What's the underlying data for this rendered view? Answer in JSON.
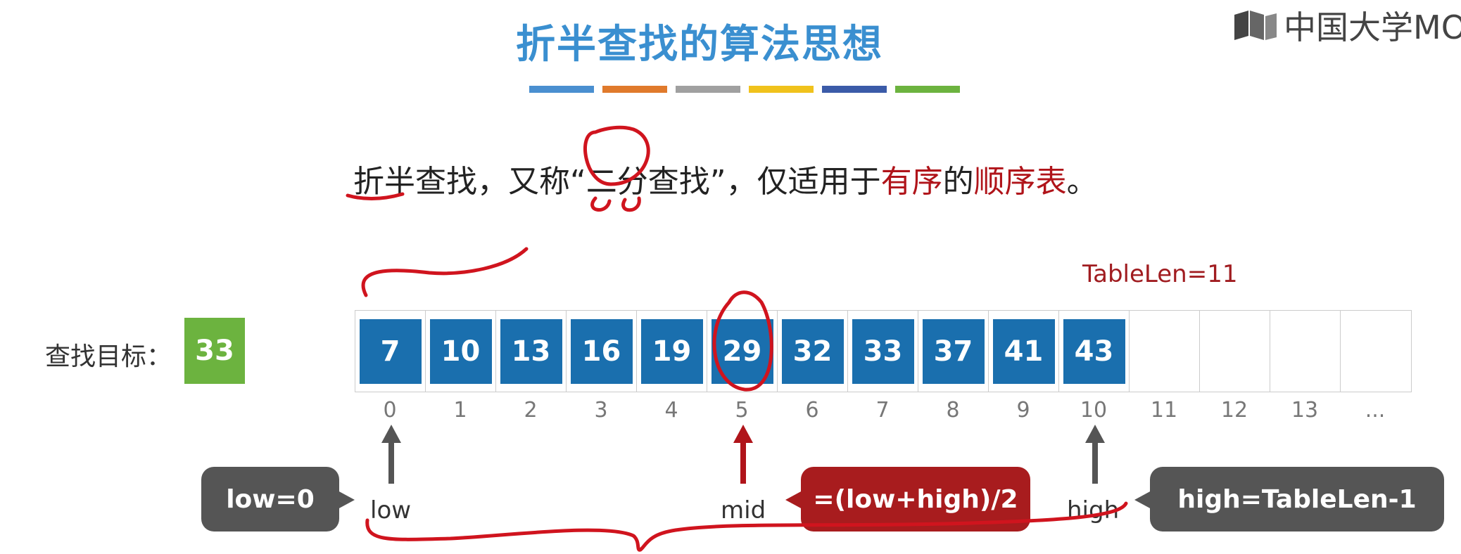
{
  "header": {
    "title": "折半查找的算法思想",
    "logo_text": "中国大学MOOC",
    "color_bar": [
      "#4a8fd0",
      "#e07a2c",
      "#a0a0a0",
      "#f0c21c",
      "#3b5ba8",
      "#6cb33f"
    ]
  },
  "description": {
    "part1": "折半查找，又称“二分查找”，仅适用于",
    "red1": "有序",
    "part2": "的",
    "red2": "顺序表",
    "part3": "。"
  },
  "table": {
    "length_label": "TableLen=11",
    "values": [
      "7",
      "10",
      "13",
      "16",
      "19",
      "29",
      "32",
      "33",
      "37",
      "41",
      "43",
      "",
      "",
      "",
      ""
    ],
    "indices": [
      "0",
      "1",
      "2",
      "3",
      "4",
      "5",
      "6",
      "7",
      "8",
      "9",
      "10",
      "11",
      "12",
      "13",
      "..."
    ]
  },
  "search": {
    "label": "查找目标：",
    "target": "33"
  },
  "pointers": {
    "low": {
      "label": "low",
      "formula": "low=0",
      "index": 0
    },
    "mid": {
      "label": "mid",
      "formula": "=(low+high)/2",
      "index": 5
    },
    "high": {
      "label": "high",
      "formula": "high=TableLen-1",
      "index": 10
    }
  },
  "colors": {
    "title": "#3a8fd0",
    "cell_fill": "#1a6fae",
    "target_fill": "#6cb33f",
    "highlight_red": "#b0141a",
    "callout_dark": "#555555",
    "callout_red": "#a81c1e",
    "annotation_ink": "#d0141e"
  }
}
